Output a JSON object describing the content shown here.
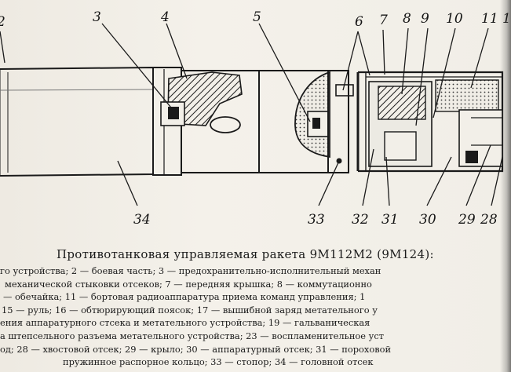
{
  "numbers": [
    {
      "id": "n2",
      "text": "2"
    },
    {
      "id": "n3",
      "text": "3"
    },
    {
      "id": "n4",
      "text": "4"
    },
    {
      "id": "n5",
      "text": "5"
    },
    {
      "id": "n6",
      "text": "6"
    },
    {
      "id": "n7",
      "text": "7"
    },
    {
      "id": "n8",
      "text": "8"
    },
    {
      "id": "n9",
      "text": "9"
    },
    {
      "id": "n10",
      "text": "10"
    },
    {
      "id": "n11",
      "text": "11"
    },
    {
      "id": "n1",
      "text": "1"
    },
    {
      "id": "n34",
      "text": "34"
    },
    {
      "id": "n33",
      "text": "33"
    },
    {
      "id": "n32",
      "text": "32"
    },
    {
      "id": "n31",
      "text": "31"
    },
    {
      "id": "n30",
      "text": "30"
    },
    {
      "id": "n29",
      "text": "29"
    },
    {
      "id": "n28",
      "text": "28"
    }
  ],
  "caption": {
    "title": "Противотанковая управляемая ракета 9М112М2 (9М124):",
    "lines": [
      "го устройства; 2 — боевая часть; 3 — предохранительно-исполнительный механ",
      "механической стыковки отсеков; 7 — передняя крышка; 8 — коммутационно",
      "— обечайка; 11 — бортовая радиоаппаратура приема команд управления; 1",
      "15 — руль; 16 — обтюрирующий поясок; 17 — вышибной заряд метательного у",
      "ения аппаратурного стсека и метательного устройства; 19 — гальваническая",
      "а штепсельного разъема метательного устройства; 23 — воспламенительное уст",
      "од; 28 — хвостовой отсек; 29 — крыло; 30 — аппаратурный отсек; 31 — пороховой",
      "пружинное распорное кольцо; 33 — стопор; 34 — головной отсек"
    ]
  }
}
